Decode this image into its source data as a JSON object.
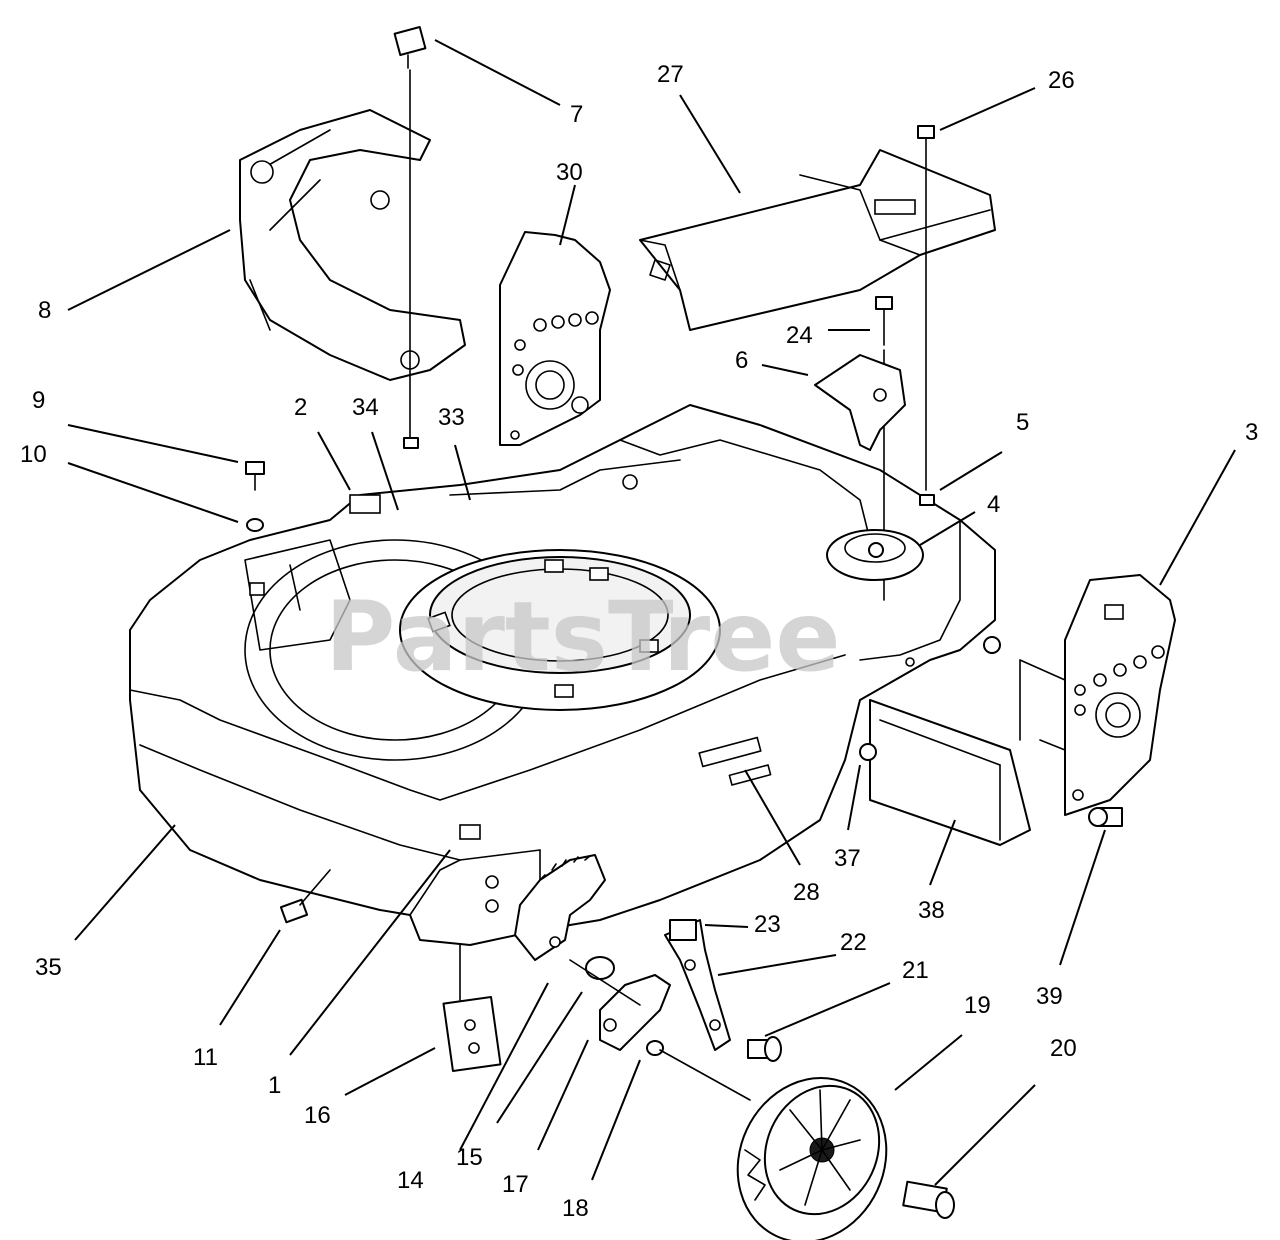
{
  "watermark": "PartsTree",
  "callouts": {
    "c1": "1",
    "c2": "2",
    "c3": "3",
    "c4": "4",
    "c5": "5",
    "c6": "6",
    "c7": "7",
    "c8": "8",
    "c9": "9",
    "c10": "10",
    "c11": "11",
    "c14": "14",
    "c15": "15",
    "c16": "16",
    "c17": "17",
    "c18": "18",
    "c19": "19",
    "c20": "20",
    "c21": "21",
    "c22": "22",
    "c23": "23",
    "c24": "24",
    "c26": "26",
    "c27": "27",
    "c28": "28",
    "c30": "30",
    "c33": "33",
    "c34": "34",
    "c35": "35",
    "c37": "37",
    "c38": "38",
    "c39": "39"
  },
  "colors": {
    "line": "#000000",
    "background": "#ffffff",
    "watermark": "#c8c8c8"
  }
}
